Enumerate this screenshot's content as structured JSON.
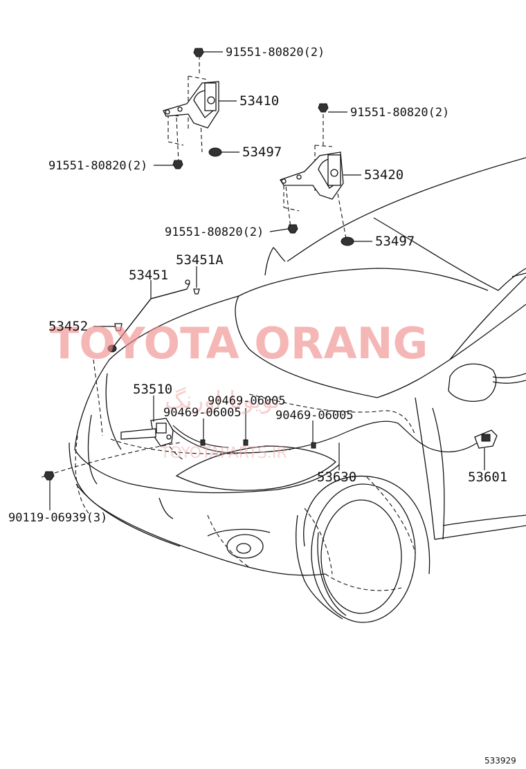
{
  "watermark": {
    "brand": "TOYOTA ORANG",
    "persian": "تویوتا اورنگ",
    "site": "TOYOTAPARTS.IR"
  },
  "diagram_id": "533929",
  "callouts": {
    "bolt_hinge_left_top": "91551-80820(2)",
    "hinge_left": "53410",
    "bolt_hinge_right_top": "91551-80820(2)",
    "cushion_left": "53497",
    "bolt_hinge_left_bottom": "91551-80820(2)",
    "hinge_right": "53420",
    "bolt_hinge_right_bottom": "91551-80820(2)",
    "cushion_right": "53497",
    "support_rod_holder": "53451A",
    "support_rod": "53451",
    "rod_grommet": "53452",
    "hood_lock": "53510",
    "clip_a": "90469-06005",
    "clip_b": "90469-06005",
    "clip_c": "90469-06005",
    "release_cable": "53630",
    "release_lever": "53601",
    "lock_bolt": "90119-06939(3)"
  }
}
